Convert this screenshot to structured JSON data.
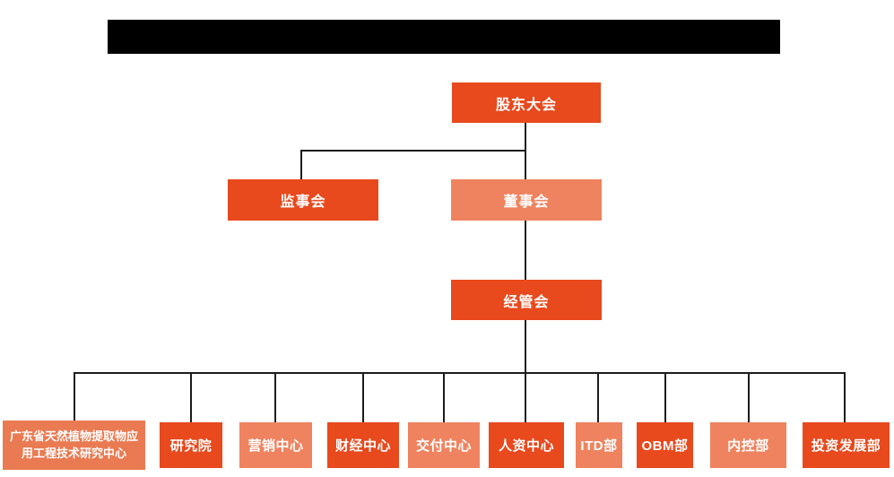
{
  "colors": {
    "primary": "#e8491d",
    "secondary": "#ef835f",
    "dept_center_secondary": "#ea7a52",
    "line": "#1c1c1c",
    "masked_bar": "#000000",
    "node_text": "#ffffff",
    "background": "#ffffff"
  },
  "org_chart": {
    "root": {
      "label": "股东大会",
      "tone": "primary",
      "color": "#e8491d"
    },
    "level2": {
      "supervisory_board": {
        "label": "监事会",
        "tone": "primary",
        "color": "#e8491d"
      },
      "board_of_directors": {
        "label": "董事会",
        "tone": "secondary",
        "color": "#ef835f"
      }
    },
    "level3": {
      "management_committee": {
        "label": "经管会",
        "tone": "primary",
        "color": "#e8491d"
      }
    },
    "departments": [
      {
        "label": "广东省天然植物提取物应用工程技术研究中心",
        "tone": "secondary",
        "color": "#ea7a52"
      },
      {
        "label": "研究院",
        "tone": "primary",
        "color": "#e8491d"
      },
      {
        "label": "营销中心",
        "tone": "secondary",
        "color": "#ef835f"
      },
      {
        "label": "财经中心",
        "tone": "primary",
        "color": "#e8491d"
      },
      {
        "label": "交付中心",
        "tone": "secondary",
        "color": "#ef835f"
      },
      {
        "label": "人资中心",
        "tone": "primary",
        "color": "#e8491d"
      },
      {
        "label": "ITD部",
        "tone": "secondary",
        "color": "#ef835f"
      },
      {
        "label": "OBM部",
        "tone": "primary",
        "color": "#e8491d"
      },
      {
        "label": "内控部",
        "tone": "secondary",
        "color": "#ef835f"
      },
      {
        "label": "投资发展部",
        "tone": "primary",
        "color": "#e8491d"
      }
    ]
  }
}
